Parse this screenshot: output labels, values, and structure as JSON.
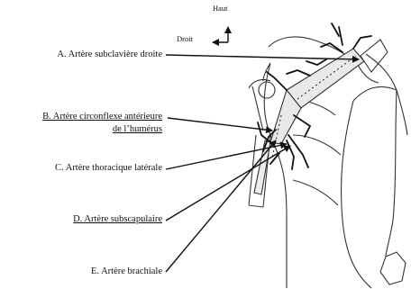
{
  "orientation": {
    "top": "Haut",
    "right": "Droit"
  },
  "labels": {
    "a": "A. Artère subclavière droite",
    "b_line1": "B. Artère circonflexe antérieure",
    "b_line2": "de l’humérus",
    "c": "C. Artère thoracique latérale",
    "d": "D. Artère subscapulaire",
    "e": "E. Artère brachiale"
  }
}
